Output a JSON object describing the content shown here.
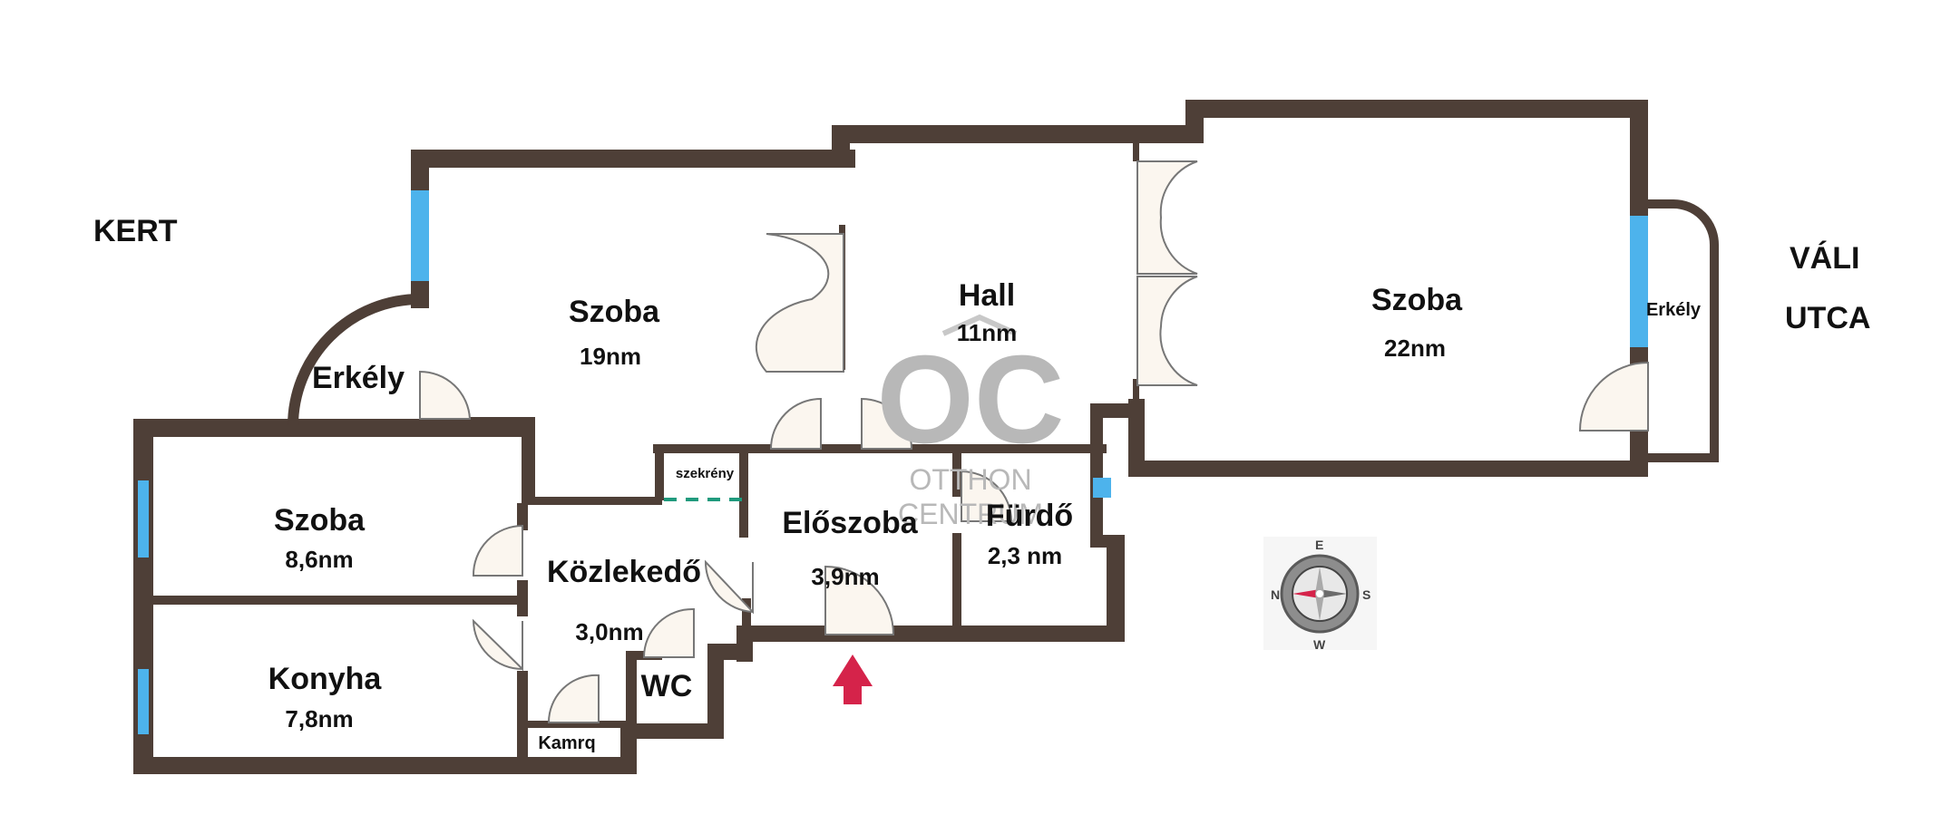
{
  "labels": {
    "kert": "KERT",
    "vali": "VÁLI",
    "utca": "UTCA"
  },
  "rooms": {
    "szoba_19": {
      "name": "Szoba",
      "area": "19nm"
    },
    "hall": {
      "name": "Hall",
      "area": "11nm"
    },
    "szoba_22": {
      "name": "Szoba",
      "area": "22nm"
    },
    "erkely_left": {
      "name": "Erkély"
    },
    "erkely_right": {
      "name": "Erkély"
    },
    "szoba_86": {
      "name": "Szoba",
      "area": "8,6nm"
    },
    "konyha": {
      "name": "Konyha",
      "area": "7,8nm"
    },
    "kozlekedo": {
      "name": "Közlekedő",
      "area": "3,0nm"
    },
    "eloszoba": {
      "name": "Előszoba",
      "area": "3,9nm"
    },
    "furdo": {
      "name": "Fürdő",
      "area": "2,3 nm"
    },
    "wc": {
      "name": "WC"
    },
    "kamra": {
      "name": "Kamrq"
    },
    "szekreny": {
      "name": "szekrény"
    }
  },
  "watermark": {
    "logo": "OC",
    "line1": "OTTHON",
    "line2": "CENTRUM"
  },
  "compass": {
    "north": "N",
    "east": "E",
    "south": "S",
    "west": "W"
  },
  "colors": {
    "wall": "#4e3f37",
    "window": "#4db3ec",
    "door_fill": "#fbf6ef",
    "entrance_arrow": "#d5234a",
    "closet_line": "#1f9a7d"
  }
}
